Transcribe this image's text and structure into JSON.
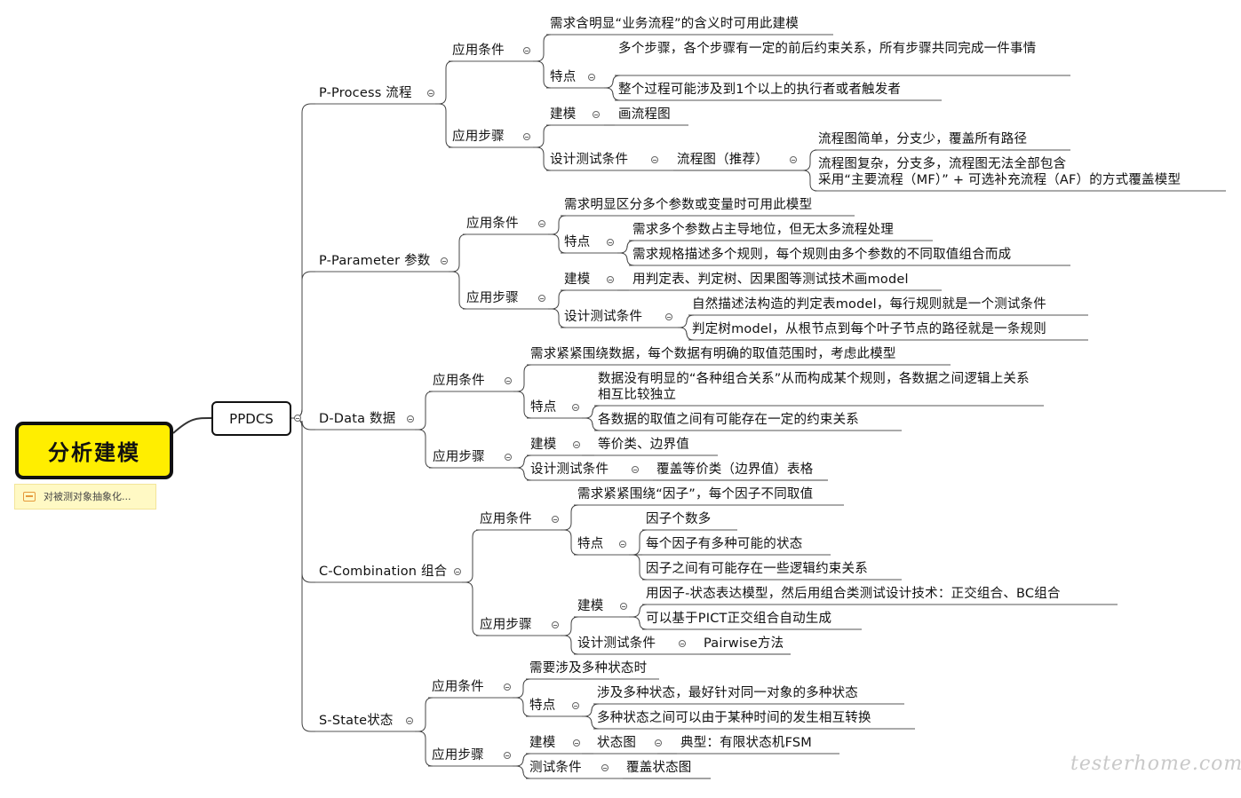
{
  "root": {
    "label": "分析建模",
    "note": "对被测对象抽象化..."
  },
  "hub": {
    "label": "PPDCS"
  },
  "branches": {
    "p_process": {
      "label": "P-Process 流程",
      "cond": "应用条件",
      "cond_need": "需求含明显“业务流程”的含义时可用此建模",
      "cond_feat": "特点",
      "feat_1": "多个步骤，各个步骤有一定的前后约束关系，所有步骤共同完成一件事情",
      "feat_2": "整个过程可能涉及到1个以上的执行者或者触发者",
      "steps": "应用步骤",
      "model": "建模",
      "model_v": "画流程图",
      "design": "设计测试条件",
      "design_v": "流程图（推荐）",
      "design_simple": "流程图简单，分支少，覆盖所有路径",
      "design_complex_1": "流程图复杂，分支多，流程图无法全部包含",
      "design_complex_2": "采用“主要流程（MF）” + 可选补充流程（AF）的方式覆盖模型"
    },
    "p_parameter": {
      "label": "P-Parameter 参数",
      "cond": "应用条件",
      "cond_need": "需求明显区分多个参数或变量时可用此模型",
      "cond_feat": "特点",
      "feat_1": "需求多个参数占主导地位，但无太多流程处理",
      "feat_2": "需求规格描述多个规则，每个规则由多个参数的不同取值组合而成",
      "steps": "应用步骤",
      "model": "建模",
      "model_v": "用判定表、判定树、因果图等测试技术画model",
      "design": "设计测试条件",
      "design_1": "自然描述法构造的判定表model，每行规则就是一个测试条件",
      "design_2": "判定树model，从根节点到每个叶子节点的路径就是一条规则"
    },
    "d_data": {
      "label": "D-Data 数据",
      "cond": "应用条件",
      "cond_need": "需求紧紧围绕数据，每个数据有明确的取值范围时，考虑此模型",
      "cond_feat": "特点",
      "feat_1": "数据没有明显的“各种组合关系”从而构成某个规则，各数据之间逻辑上关系相互比较独立",
      "feat_2": "各数据的取值之间有可能存在一定的约束关系",
      "steps": "应用步骤",
      "model": "建模",
      "model_v": "等价类、边界值",
      "design": "设计测试条件",
      "design_v": "覆盖等价类（边界值）表格"
    },
    "c_combination": {
      "label": "C-Combination 组合",
      "cond": "应用条件",
      "cond_need": "需求紧紧围绕“因子”，每个因子不同取值",
      "cond_feat": "特点",
      "feat_1": "因子个数多",
      "feat_2": "每个因子有多种可能的状态",
      "feat_3": "因子之间有可能存在一些逻辑约束关系",
      "steps": "应用步骤",
      "model": "建模",
      "model_1": "用因子-状态表达模型，然后用组合类测试设计技术：正交组合、BC组合",
      "model_2": "可以基于PICT正交组合自动生成",
      "design": "设计测试条件",
      "design_v": "Pairwise方法"
    },
    "s_state": {
      "label": "S-State状态",
      "cond": "应用条件",
      "cond_need": "需要涉及多种状态时",
      "cond_feat": "特点",
      "feat_1": "涉及多种状态，最好针对同一对象的多种状态",
      "feat_2": "多种状态之间可以由于某种时间的发生相互转换",
      "steps": "应用步骤",
      "model": "建模",
      "model_v": "状态图",
      "model_v2": "典型：有限状态机FSM",
      "design": "测试条件",
      "design_v": "覆盖状态图"
    }
  },
  "watermark": "testerhome.com"
}
